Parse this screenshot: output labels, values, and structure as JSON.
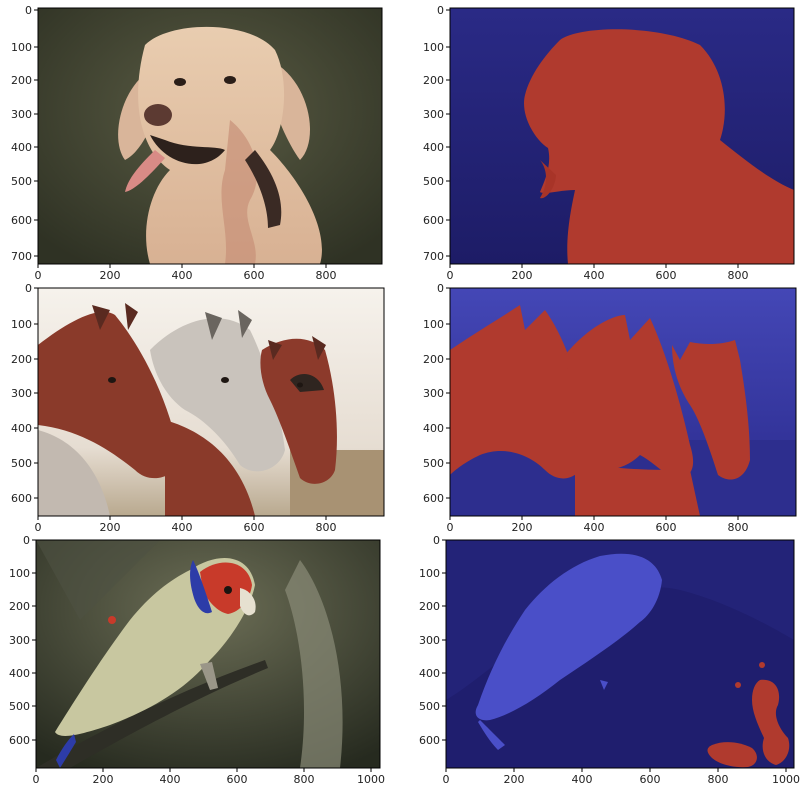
{
  "colors": {
    "background": "#ffffff",
    "tick_text": "#222222",
    "seg_background": "#1f1e6e",
    "seg_class_red": "#b03a2e",
    "seg_class_blue": "#4a4fc8",
    "dog_bg": "#3a3d2a",
    "dog_fur": "#e8c9a8",
    "horse_bg": "#f0ece4",
    "horse_brown": "#8a3a2a",
    "horse_grey": "#c9c3bc",
    "bird_bg": "#3c3f30",
    "bird_body": "#c8c7a0",
    "bird_face": "#c83a2a",
    "bird_ring": "#2d3ca8"
  },
  "panels": [
    {
      "name": "dog-photo",
      "kind": "photo",
      "subject": "dog",
      "x_ticks": [
        "0",
        "200",
        "400",
        "600",
        "800"
      ],
      "y_ticks": [
        "0",
        "100",
        "200",
        "300",
        "400",
        "500",
        "600",
        "700"
      ]
    },
    {
      "name": "dog-segmentation",
      "kind": "segmentation",
      "subject": "dog",
      "x_ticks": [
        "0",
        "200",
        "400",
        "600",
        "800"
      ],
      "y_ticks": [
        "0",
        "100",
        "200",
        "300",
        "400",
        "500",
        "600",
        "700"
      ]
    },
    {
      "name": "horses-photo",
      "kind": "photo",
      "subject": "horses",
      "x_ticks": [
        "0",
        "200",
        "400",
        "600",
        "800"
      ],
      "y_ticks": [
        "0",
        "100",
        "200",
        "300",
        "400",
        "500",
        "600"
      ]
    },
    {
      "name": "horses-segmentation",
      "kind": "segmentation",
      "subject": "horses",
      "x_ticks": [
        "0",
        "200",
        "400",
        "600",
        "800"
      ],
      "y_ticks": [
        "0",
        "100",
        "200",
        "300",
        "400",
        "500",
        "600"
      ]
    },
    {
      "name": "bird-photo",
      "kind": "photo",
      "subject": "bird",
      "x_ticks": [
        "0",
        "200",
        "400",
        "600",
        "800",
        "1000"
      ],
      "y_ticks": [
        "0",
        "100",
        "200",
        "300",
        "400",
        "500",
        "600"
      ]
    },
    {
      "name": "bird-segmentation",
      "kind": "segmentation",
      "subject": "bird",
      "x_ticks": [
        "0",
        "200",
        "400",
        "600",
        "800",
        "1000"
      ],
      "y_ticks": [
        "0",
        "100",
        "200",
        "300",
        "400",
        "500",
        "600"
      ]
    }
  ]
}
